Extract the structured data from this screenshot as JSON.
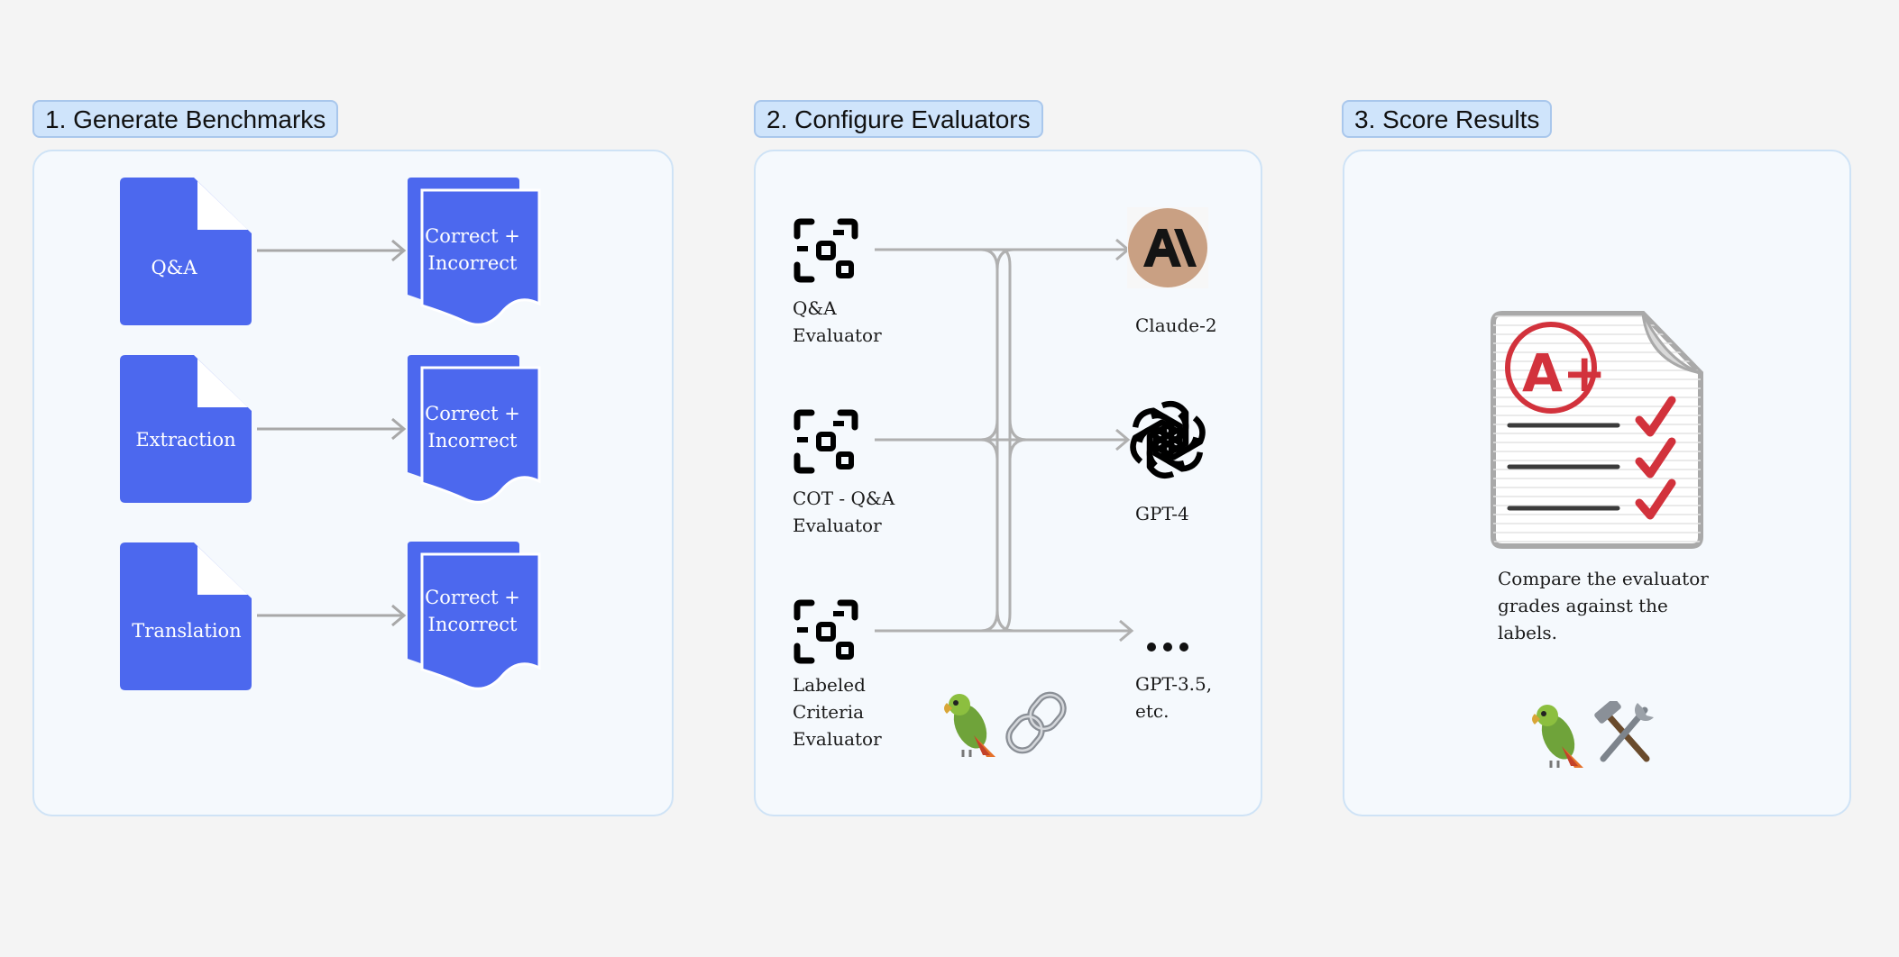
{
  "sections": [
    {
      "title": "1. Generate Benchmarks"
    },
    {
      "title": "2. Configure Evaluators"
    },
    {
      "title": "3. Score Results"
    }
  ],
  "benchmarks": [
    {
      "label": "Q&A",
      "output_line1": "Correct +",
      "output_line2": "Incorrect"
    },
    {
      "label": "Extraction",
      "output_line1": "Correct +",
      "output_line2": "Incorrect"
    },
    {
      "label": "Translation",
      "output_line1": "Correct +",
      "output_line2": "Incorrect"
    }
  ],
  "evaluators": [
    {
      "line1": "Q&A",
      "line2": "Evaluator",
      "line3": ""
    },
    {
      "line1": "COT - Q&A",
      "line2": "Evaluator",
      "line3": ""
    },
    {
      "line1": "Labeled",
      "line2": "Criteria",
      "line3": "Evaluator"
    }
  ],
  "models": [
    {
      "line1": "Claude-2",
      "line2": "",
      "icon": "anthropic-logo-icon"
    },
    {
      "line1": "GPT-4",
      "line2": "",
      "icon": "openai-logo-icon"
    },
    {
      "line1": "GPT-3.5,",
      "line2": "etc.",
      "icon": "ellipsis-icon"
    }
  ],
  "score": {
    "caption_line1": "Compare the evaluator",
    "caption_line2": "grades against the",
    "caption_line3": "labels.",
    "grade": "A+"
  },
  "colors": {
    "doc_blue": "#4c68ee",
    "arrow_gray": "#a8a8a8",
    "anthropic_bg": "#c9a083",
    "grade_red": "#d2323c"
  }
}
